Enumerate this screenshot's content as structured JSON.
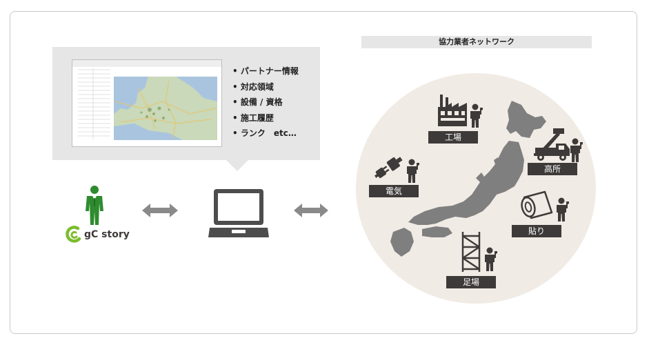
{
  "features": {
    "items": [
      "パートナー情報",
      "対応領域",
      "設備 / 資格",
      "施工履歴",
      "ランク　etc…"
    ]
  },
  "brand": {
    "name": "gC story"
  },
  "network": {
    "title": "協力業者ネットワーク",
    "categories": {
      "factory": "工場",
      "aerial": "高所",
      "electric": "電気",
      "sticking": "貼り",
      "scaffold": "足場"
    }
  },
  "colors": {
    "dark": "#3e3a39",
    "green": "#2e8b2e",
    "gray_icon": "#7f7f7f",
    "bubble": "#e6e6e6",
    "circle": "#f1ebe5"
  }
}
